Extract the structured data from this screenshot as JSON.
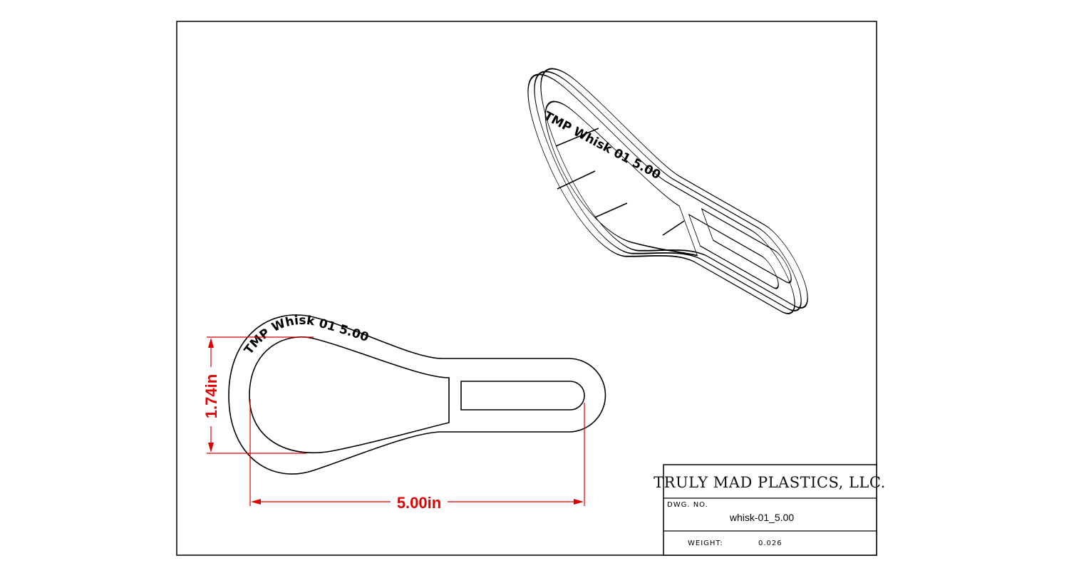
{
  "part": {
    "engraving": "TMP  Whisk 01  5.00"
  },
  "dimensions": {
    "height": "1.74in",
    "width": "5.00in"
  },
  "title_block": {
    "company": "TRULY MAD PLASTICS, LLC.",
    "dwg_no_label": "DWG. NO.",
    "dwg_no": "whisk-01_5.00",
    "weight_label": "WEIGHT:",
    "weight": "0.026"
  },
  "colors": {
    "dimension": "#e00000",
    "line": "#000000"
  }
}
